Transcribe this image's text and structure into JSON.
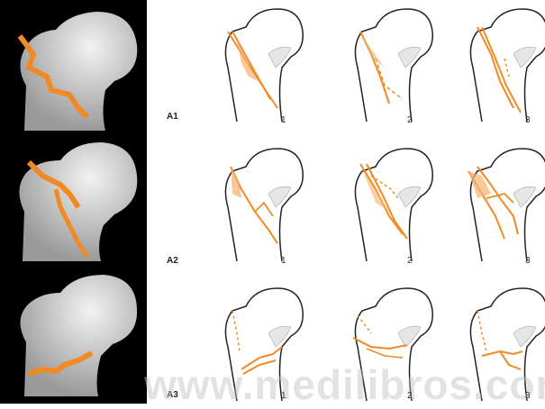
{
  "rows": [
    {
      "label": "A1",
      "subtypes": [
        "1",
        "2",
        "3"
      ]
    },
    {
      "label": "A2",
      "subtypes": [
        "1",
        "2",
        "3"
      ]
    },
    {
      "label": "A3",
      "subtypes": [
        "1",
        "2",
        "3"
      ]
    }
  ],
  "watermark": "www.medilibros.com",
  "colors": {
    "fracture": "#f08a24",
    "bone_photo": "#d9d9d9",
    "background_strip": "#000000",
    "outline": "#222222"
  }
}
